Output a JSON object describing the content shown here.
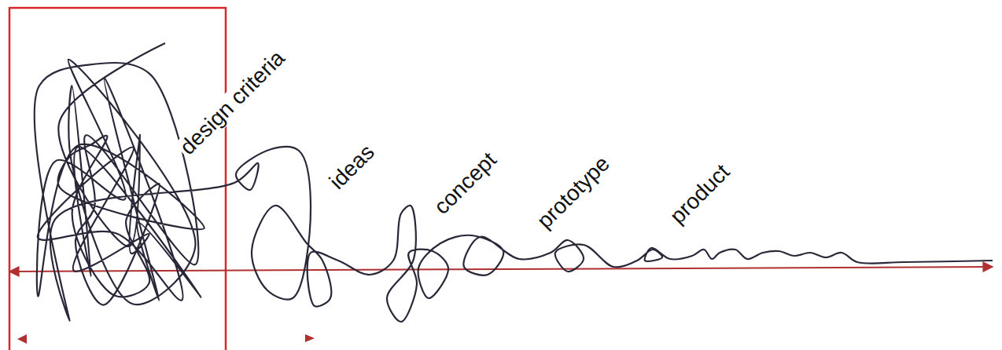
{
  "diagram": {
    "labels": [
      "design criteria",
      "ideas",
      "concept",
      "prototype",
      "product"
    ]
  }
}
